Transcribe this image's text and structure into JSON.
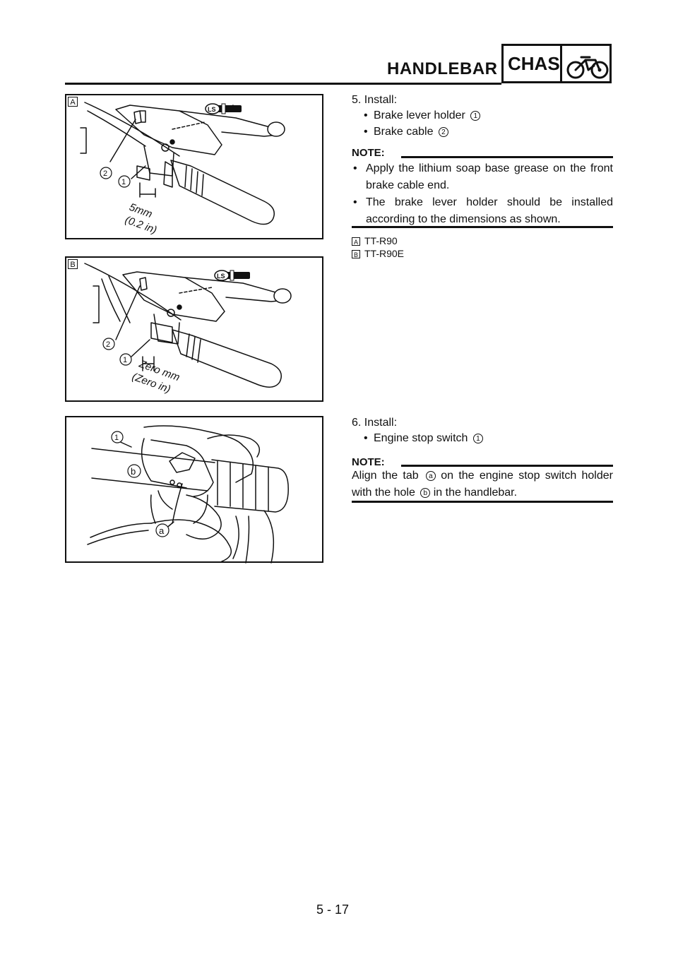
{
  "header": {
    "title": "HANDLEBAR",
    "section": "CHAS",
    "section_icon": "motorcycle-icon"
  },
  "figures": {
    "a": {
      "tag": "A",
      "callout_1": "1",
      "callout_2": "2",
      "dim_1": "5mm",
      "dim_2": "(0.2 in)",
      "ls": "LS"
    },
    "b": {
      "tag": "B",
      "callout_1": "1",
      "callout_2": "2",
      "dim_1": "Zero mm",
      "dim_2": "(Zero in)",
      "ls": "LS"
    },
    "c": {
      "callout_1": "1",
      "callout_a": "a",
      "callout_b": "b"
    }
  },
  "step5": {
    "heading": "5.  Install:",
    "items": [
      {
        "text": "Brake lever holder",
        "ref": "1"
      },
      {
        "text": "Brake cable",
        "ref": "2"
      }
    ],
    "note_label": "NOTE:",
    "notes": [
      "Apply the lithium soap base grease on the front brake cable end.",
      "The brake lever holder should be installed according to the dimensions as shown."
    ],
    "models": [
      {
        "tag": "A",
        "text": "TT-R90"
      },
      {
        "tag": "B",
        "text": "TT-R90E"
      }
    ]
  },
  "step6": {
    "heading": "6.  Install:",
    "items": [
      {
        "text": "Engine stop switch",
        "ref": "1"
      }
    ],
    "note_label": "NOTE:",
    "note_part1": "Align the tab",
    "note_ref_a": "a",
    "note_part2": "on the engine stop switch holder with the hole",
    "note_ref_b": "b",
    "note_part3": "in the handlebar."
  },
  "footer": {
    "page": "5 - 17"
  }
}
